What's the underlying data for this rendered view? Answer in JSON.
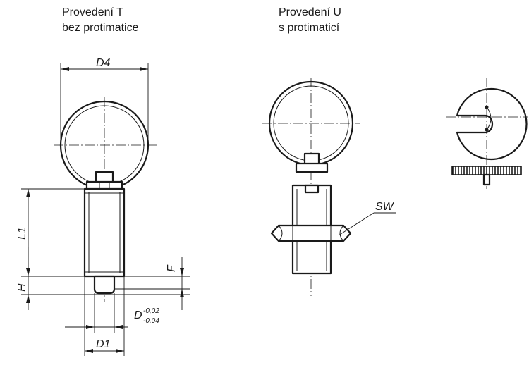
{
  "variant_t": {
    "line1": "Provedení T",
    "line2": "bez protimatice"
  },
  "variant_u": {
    "line1": "Provedení U",
    "line2": "s protimaticí"
  },
  "dimensions": {
    "d4": "D4",
    "l1": "L1",
    "h": "H",
    "f": "F",
    "d_tol_base": "D",
    "d_tol_upper": "-0,02",
    "d_tol_lower": "-0,04",
    "d1": "D1",
    "sw": "SW"
  }
}
